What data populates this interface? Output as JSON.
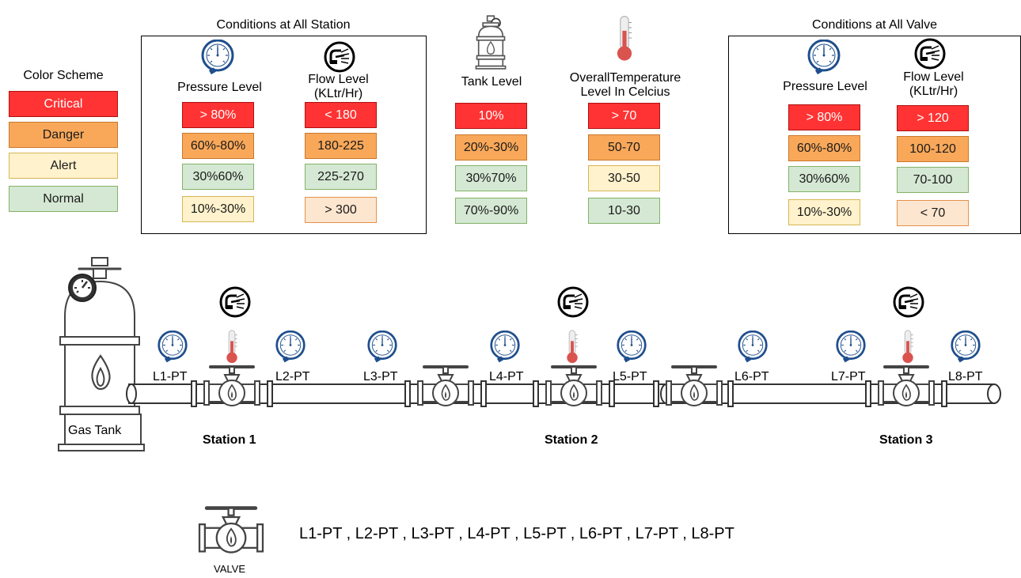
{
  "color_scheme": {
    "title": "Color Scheme",
    "items": [
      {
        "label": "Critical",
        "level": "critical"
      },
      {
        "label": "Danger",
        "level": "danger"
      },
      {
        "label": "Alert",
        "level": "alert"
      },
      {
        "label": "Normal",
        "level": "normal"
      }
    ]
  },
  "station_conditions": {
    "title": "Conditions at All Station",
    "pressure_header": "Pressure Level",
    "flow_header_line1": "Flow Level",
    "flow_header_line2": "(KLtr/Hr)",
    "pressure": [
      "> 80%",
      "60%-80%",
      "30%60%",
      "10%-30%"
    ],
    "flow": [
      "< 180",
      "180-225",
      "225-270",
      "> 300"
    ]
  },
  "tank": {
    "header": "Tank Level",
    "levels": [
      "10%",
      "20%-30%",
      "30%70%",
      "70%-90%"
    ]
  },
  "temperature": {
    "header_line1": "OverallTemperature",
    "header_line2": "Level In Celcius",
    "levels": [
      "> 70",
      "50-70",
      "30-50",
      "10-30"
    ]
  },
  "valve_conditions": {
    "title": "Conditions at All Valve",
    "pressure_header": "Pressure Level",
    "flow_header_line1": "Flow Level",
    "flow_header_line2": "(KLtr/Hr)",
    "pressure": [
      "> 80%",
      "60%-80%",
      "30%60%",
      "10%-30%"
    ],
    "flow": [
      "> 120",
      "100-120",
      "70-100",
      "< 70"
    ]
  },
  "pipeline": {
    "gas_tank_label": "Gas Tank",
    "sensor_labels": [
      "L1-PT",
      "L2-PT",
      "L3-PT",
      "L4-PT",
      "L5-PT",
      "L6-PT",
      "L7-PT",
      "L8-PT"
    ],
    "stations": [
      "Station 1",
      "Station 2",
      "Station 3"
    ]
  },
  "legend": {
    "valve_label": "VALVE",
    "sensor_list": "L1-PT , L2-PT , L3-PT , L4-PT , L5-PT , L6-PT , L7-PT , L8-PT"
  },
  "colors": {
    "critical": "#ff3333",
    "danger": "#f9a85a",
    "alert": "#fff2cc",
    "normal": "#d5e8d4",
    "gauge_blue": "#1f4e8c",
    "thermo_red": "#d9534f"
  },
  "icons": [
    "pressure-gauge-icon",
    "flow-meter-icon",
    "thermometer-icon",
    "gas-cylinder-icon",
    "valve-icon",
    "flame-icon"
  ]
}
